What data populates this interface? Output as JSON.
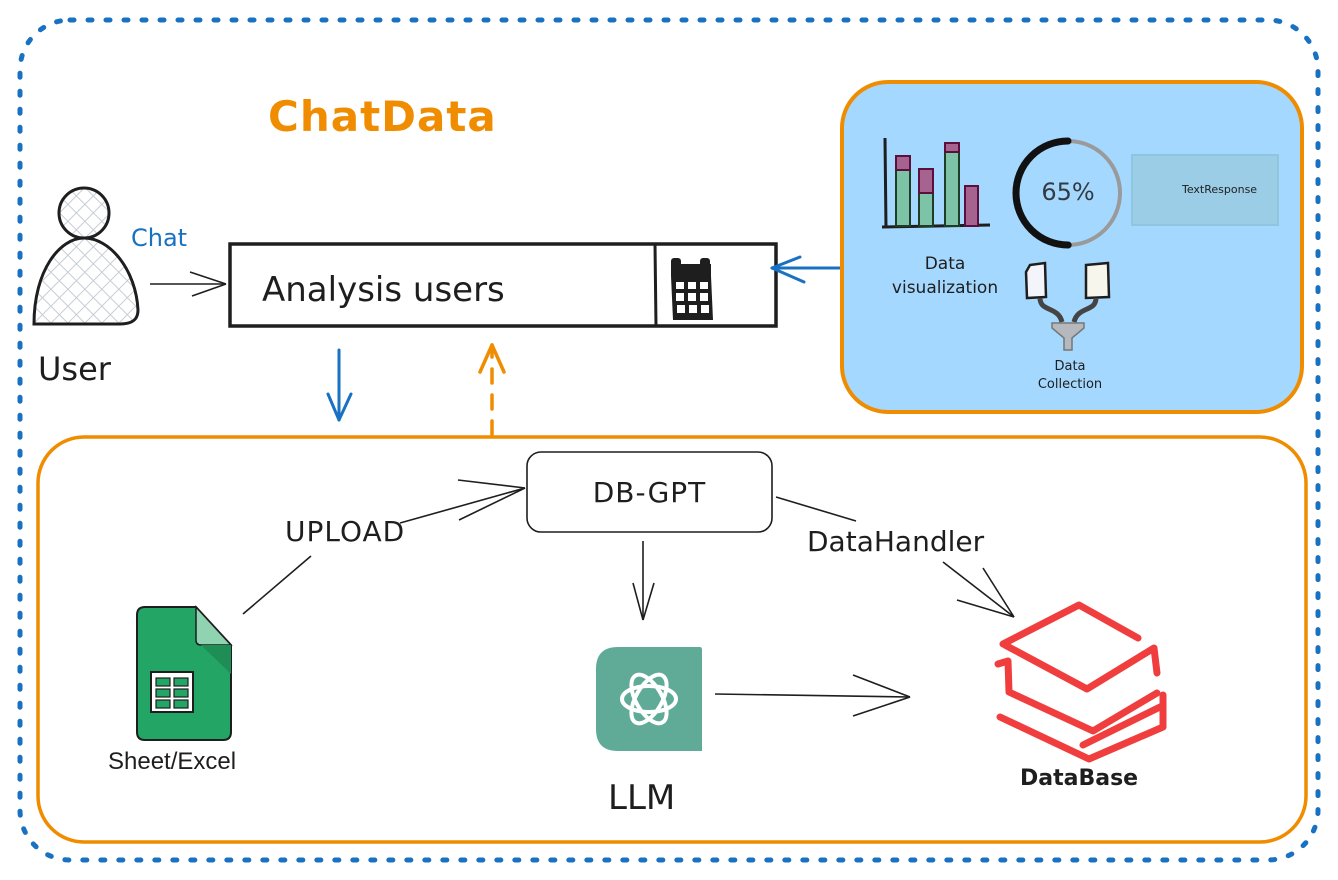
{
  "diagram": {
    "title": "ChatData",
    "user": {
      "label": "User",
      "edge_label": "Chat"
    },
    "chat_input": {
      "value": "Analysis users",
      "icon": "calendar-icon"
    },
    "output_panel": {
      "visualization_label_line1": "Data",
      "visualization_label_line2": "visualization",
      "progress_text": "65%",
      "progress_value": 0.65,
      "text_response_label": "TextResponse",
      "collection_label_line1": "Data",
      "collection_label_line2": "Collection"
    },
    "backend": {
      "core": "DB-GPT",
      "upload_label": "UPLOAD",
      "handler_label": "DataHandler",
      "source_label": "Sheet/Excel",
      "model_label": "LLM",
      "store_label": "DataBase"
    },
    "colors": {
      "outer_border": "#1971c2",
      "accent_orange": "#f08c00",
      "panel_fill": "#a5d8ff",
      "database_red": "#f03e3e",
      "sheet_green": "#23a566",
      "llm_green": "#5fab98",
      "bar_green": "#7cc3a8",
      "bar_purple": "#a6638f"
    }
  }
}
